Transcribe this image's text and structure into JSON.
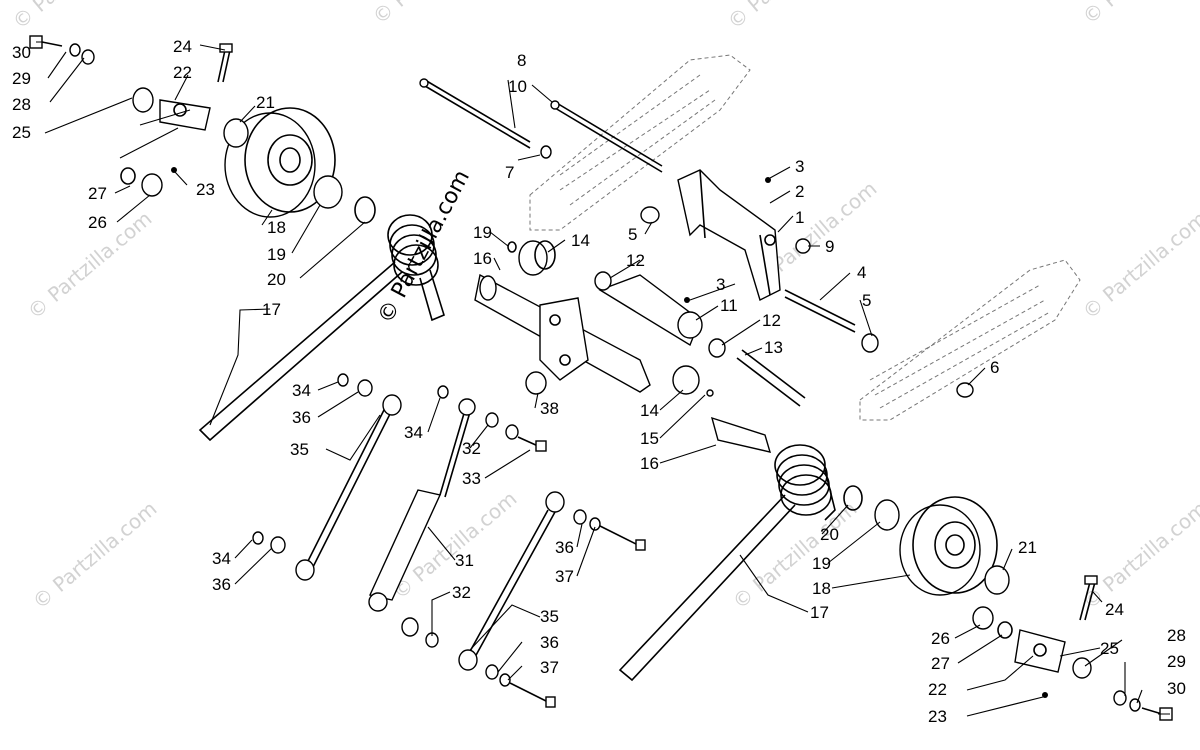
{
  "watermark": {
    "main": "© Partzilla.com",
    "faint": "© Partzilla.com"
  },
  "callouts": [
    "1",
    "2",
    "3",
    "3",
    "4",
    "5",
    "5",
    "6",
    "7",
    "8",
    "9",
    "10",
    "11",
    "12",
    "12",
    "13",
    "14",
    "14",
    "15",
    "16",
    "16",
    "17",
    "17",
    "18",
    "18",
    "19",
    "19",
    "19",
    "20",
    "20",
    "21",
    "21",
    "22",
    "22",
    "23",
    "23",
    "24",
    "24",
    "25",
    "25",
    "26",
    "26",
    "27",
    "27",
    "28",
    "28",
    "29",
    "29",
    "30",
    "30",
    "31",
    "32",
    "32",
    "33",
    "34",
    "34",
    "34",
    "35",
    "35",
    "36",
    "36",
    "36",
    "36",
    "37",
    "37",
    "38"
  ],
  "colors": {
    "line": "#000000",
    "watermark_faint": "#d2d2d2"
  }
}
